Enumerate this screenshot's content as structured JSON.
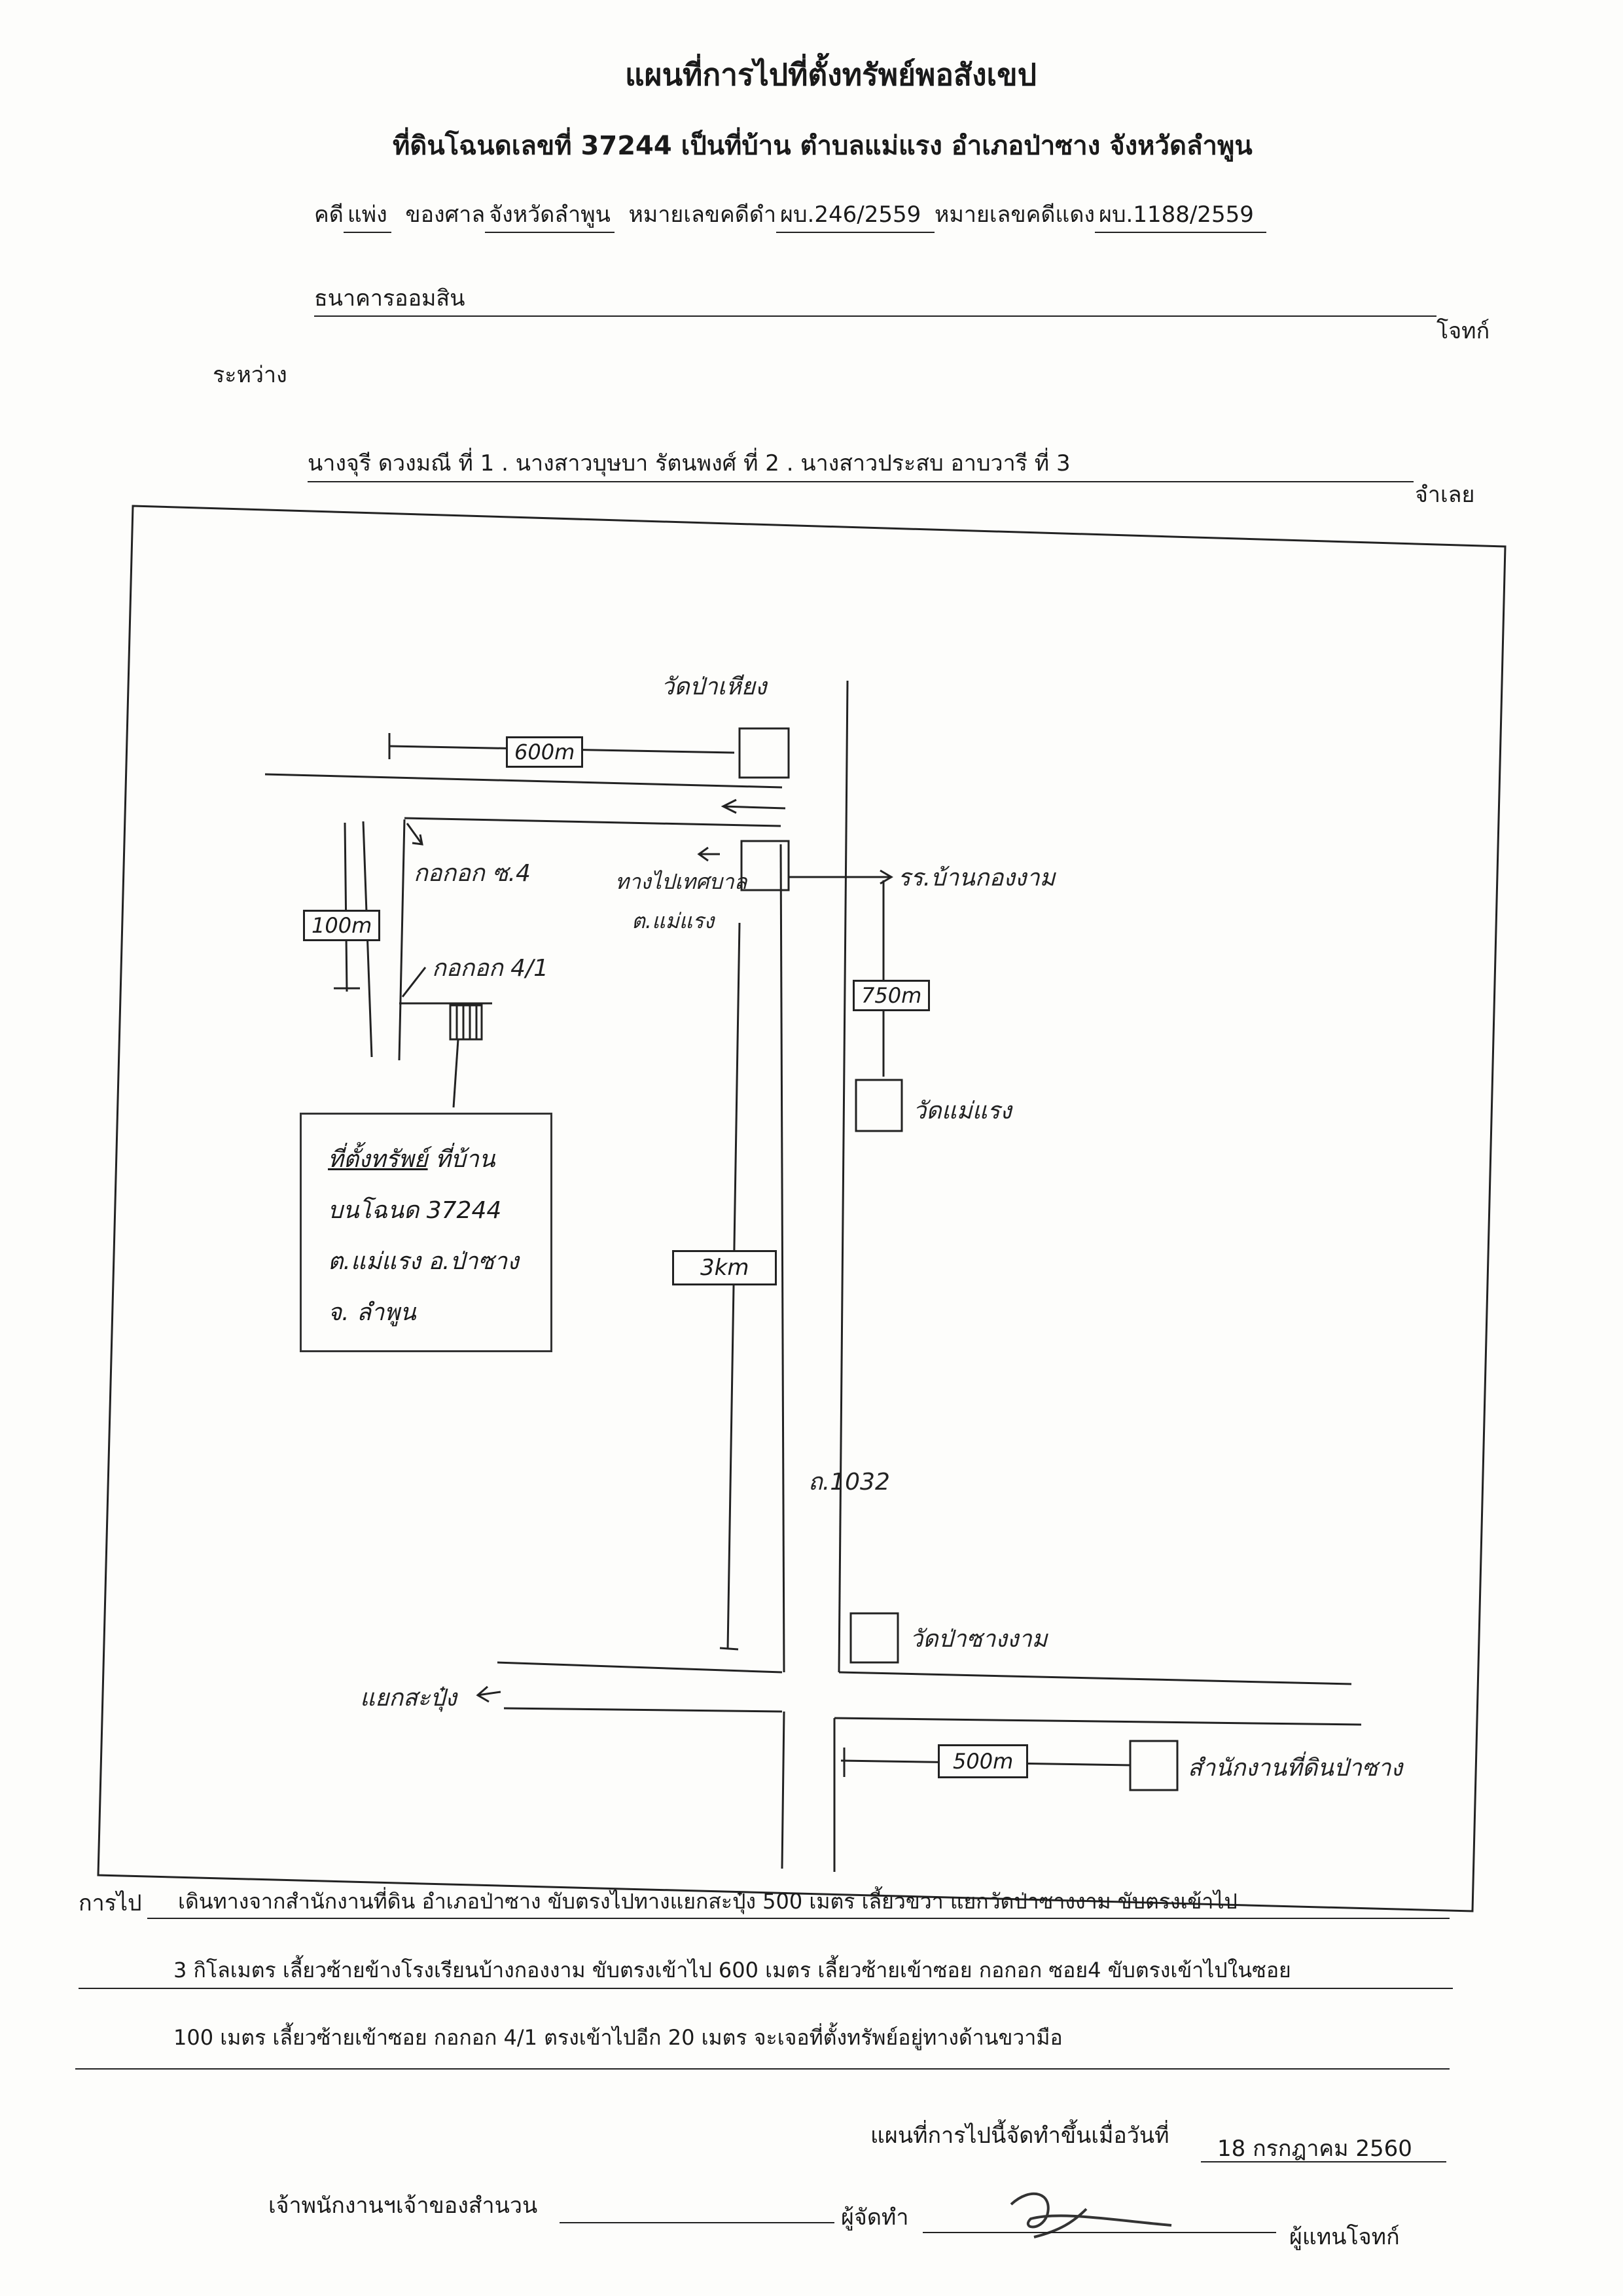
{
  "header": {
    "title": "แผนที่การไปที่ตั้งทรัพย์พอสังเขป",
    "subtitle": "ที่ดินโฉนดเลขที่ 37244  เป็นที่บ้าน  ตำบลแม่แรง  อำเภอป่าซาง  จังหวัดลำพูน"
  },
  "case": {
    "type_prefix": "คดี",
    "type_value": "แพ่ง",
    "court_prefix": "ของศาล",
    "court_value": "จังหวัดลำพูน",
    "black_no_label": "หมายเลขคดีดำ",
    "black_no_value": "ผบ.246/2559",
    "red_no_label": "หมายเลขคดีแดง",
    "red_no_value": "ผบ.1188/2559"
  },
  "parties": {
    "plaintiff_name": "ธนาคารออมสิน",
    "plaintiff_label": "โจทก์",
    "between_label": "ระหว่าง",
    "defendants": "นางจุรี  ดวงมณี ที่ 1 . นางสาวบุษบา  รัตนพงศ์  ที่ 2 . นางสาวประสบ  อาบวารี  ที่ 3",
    "defendant_label": "จำเลย"
  },
  "map": {
    "labels": {
      "wat_pa_hiang": "วัดป่าเหียง",
      "dist_600": "600m",
      "soi_4": "กอกอก ซ.4",
      "soi_4_1": "กอกอก 4/1",
      "dist_100": "100m",
      "subdistrict_office": "ทางไปเทศบาล",
      "subdistrict_office_2": "ต.แม่แรง",
      "school": "รร.บ้านกองงาม",
      "dist_750": "750m",
      "wat_mae_raeng": "วัดแม่แรง",
      "dist_3km": "3km",
      "road_no": "ถ.1032",
      "wat_pa_sang_ngam": "วัดป่าซางงาม",
      "junction": "แยกสะปุ๋ง",
      "dist_500": "500m",
      "land_office": "สำนักงานที่ดินป่าซาง"
    },
    "property_box": {
      "line1_a": "ที่ตั้งทรัพย์",
      "line1_b": "ที่บ้าน",
      "line2": "บนโฉนด 37244",
      "line3": "ต.แม่แรง  อ.ป่าซาง",
      "line4": "จ. ลำพูน"
    }
  },
  "directions": {
    "label": "การไป",
    "line1": "เดินทางจากสำนักงานที่ดิน อำเภอป่าซาง ขับตรงไปทางแยกสะปุ๋ง 500 เมตร เลี้ยวขวา แยกวัดป่าซางงาม ขับตรงเข้าไป",
    "line2": "3 กิโลเมตร เลี้ยวซ้ายข้างโรงเรียนบ้างกองงาม ขับตรงเข้าไป 600 เมตร เลี้ยวซ้ายเข้าซอย กอกอก ซอย4 ขับตรงเข้าไปในซอย",
    "line3": "100 เมตร เลี้ยวซ้ายเข้าซอย กอกอก 4/1 ตรงเข้าไปอีก 20 เมตร จะเจอที่ตั้งทรัพย์อยู่ทางด้านขวามือ"
  },
  "footer": {
    "date_label": "แผนที่การไปนี้จัดทำขึ้นเมื่อวันที่",
    "date_value": "18  กรกฎาคม   2560",
    "officer_label": "เจ้าพนักงานฯเจ้าของสำนวน",
    "maker_label": "ผู้จัดทำ",
    "rep_label": "ผู้แทนโจทก์"
  }
}
